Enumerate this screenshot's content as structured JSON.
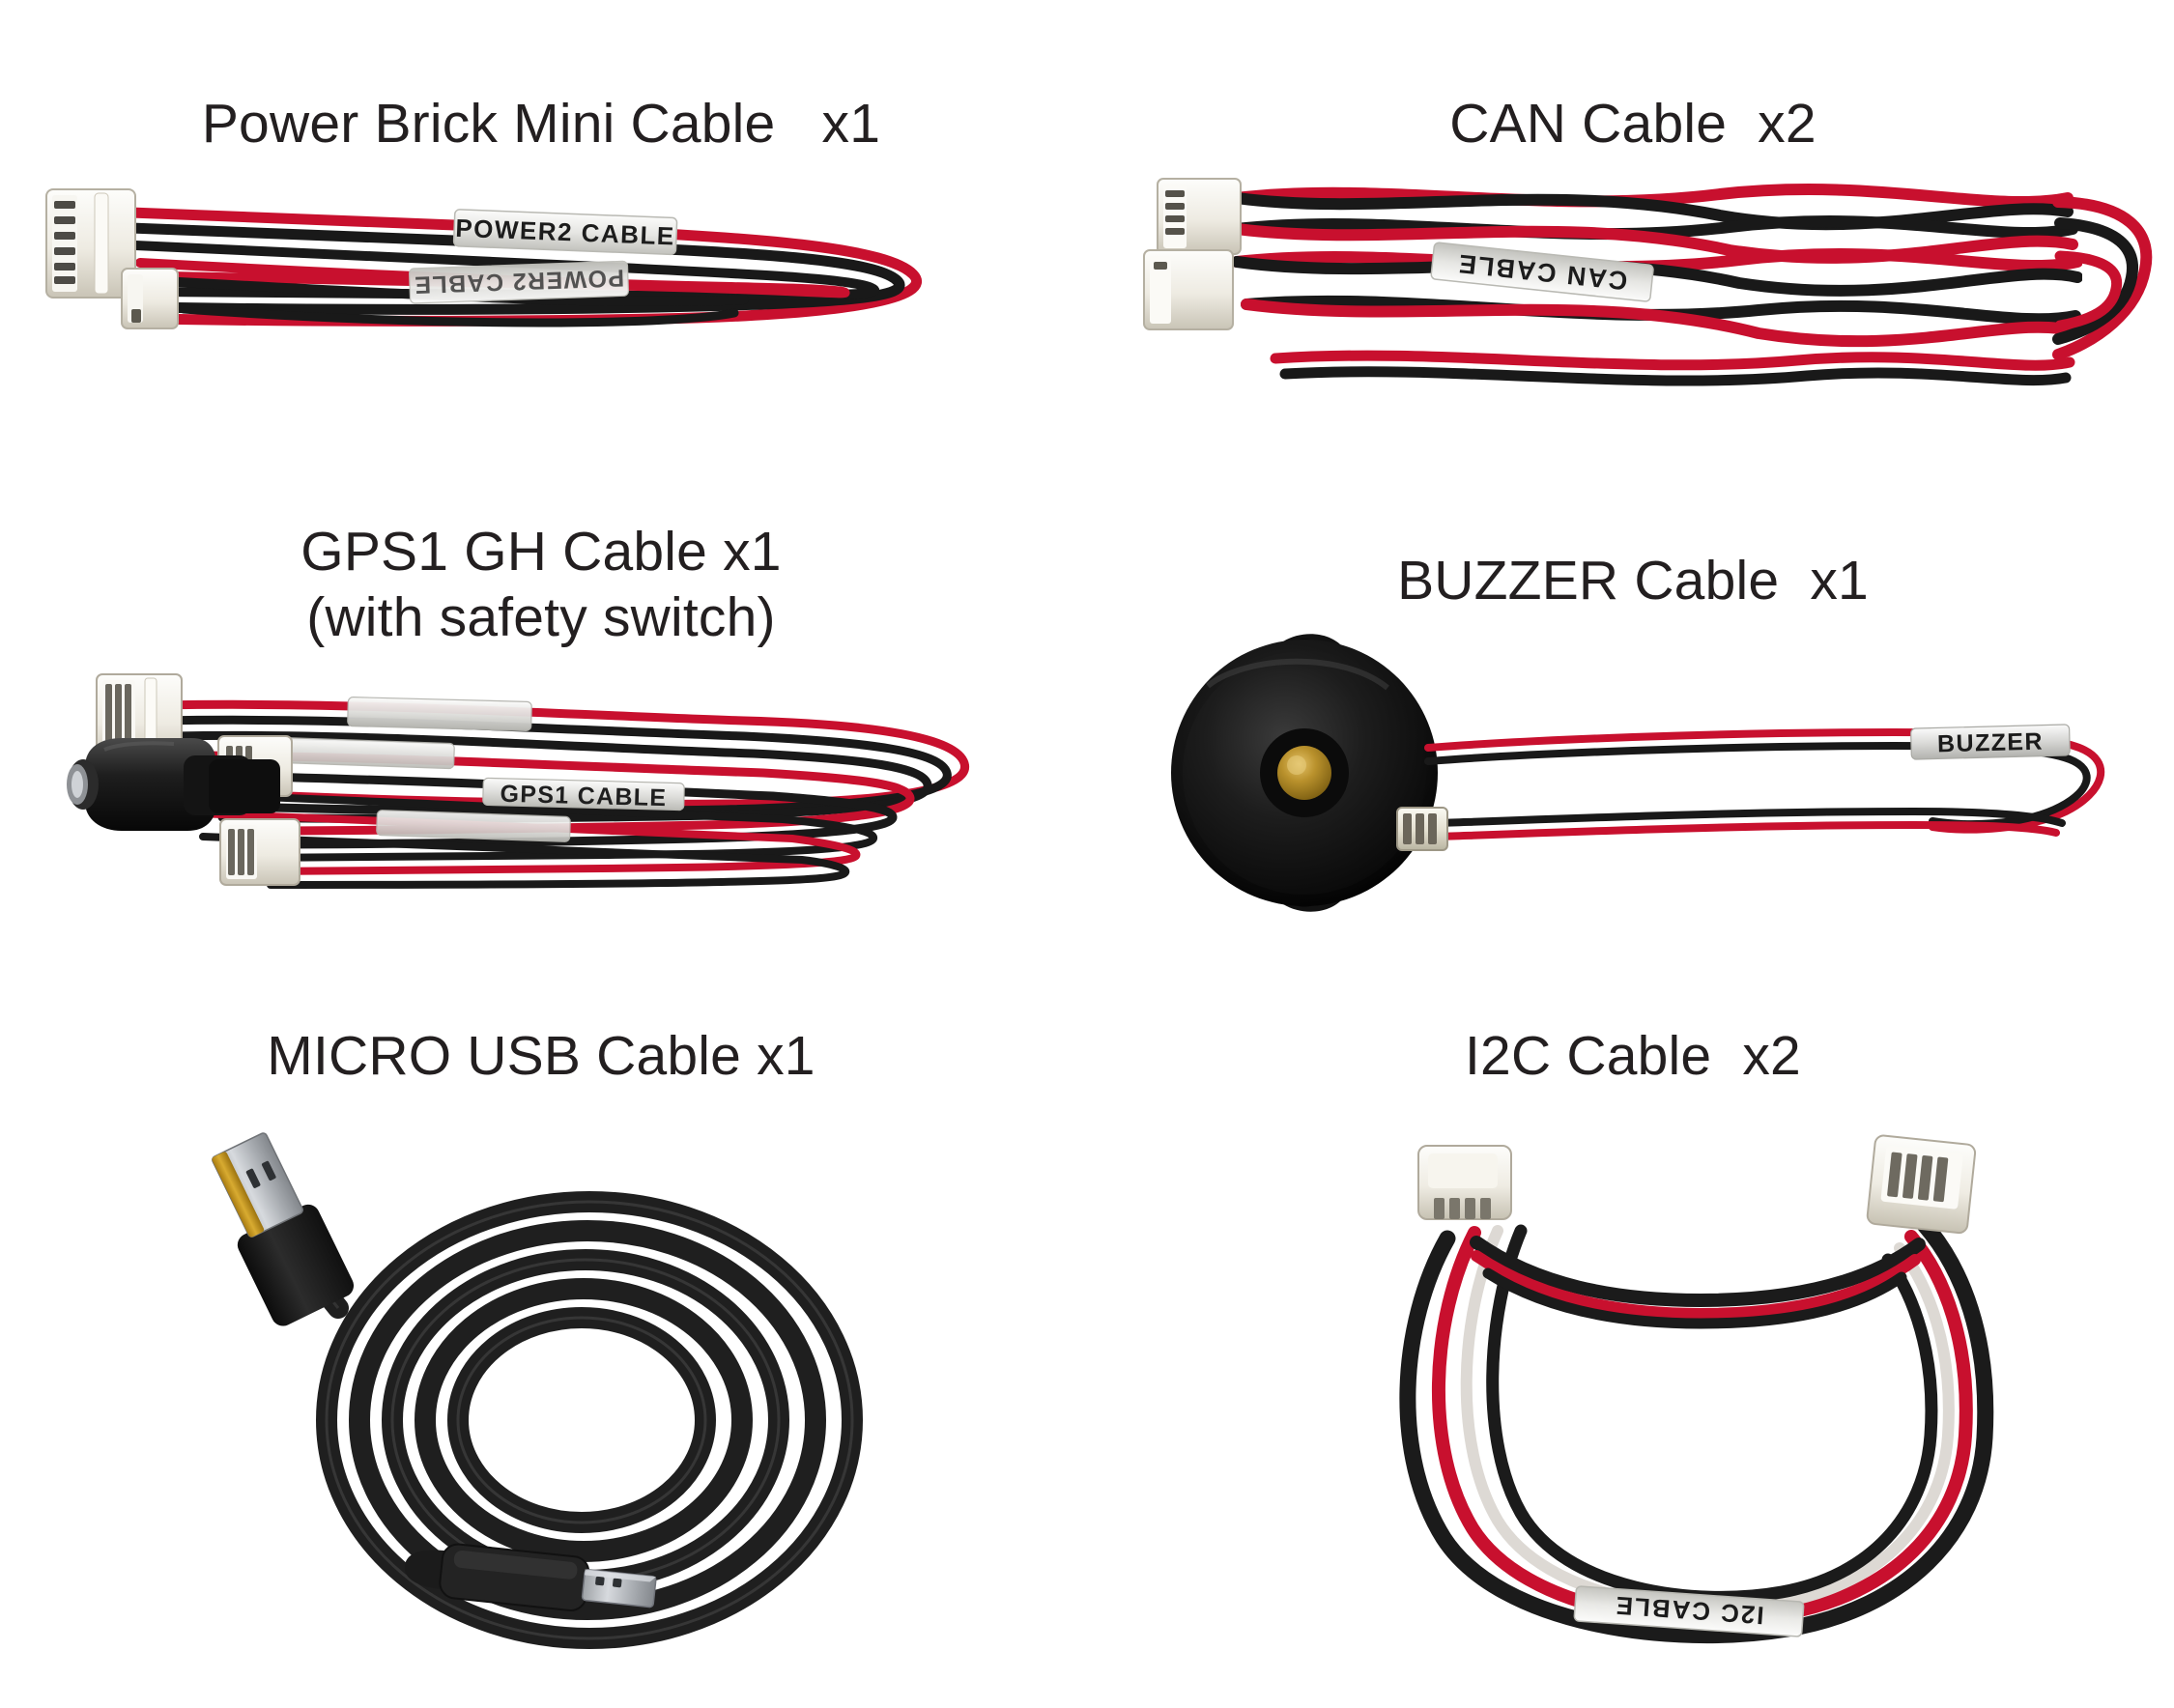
{
  "page": {
    "background_color": "#ffffff",
    "text_color": "#231f20",
    "layout": "2 columns x 3 rows of labelled cable photos"
  },
  "palette": {
    "wire_red": "#c8102e",
    "wire_red_dark": "#8f0b20",
    "wire_black": "#1a1a1a",
    "connector_white": "#f2f0ea",
    "connector_shadow": "#cfcabb",
    "label_sleeve": "#e8e8e6",
    "buzzer_black": "#161616",
    "buzzer_brass": "#b08c2a",
    "usb_gold": "#c79a20",
    "usb_silver": "#b9bcc0",
    "cable_black": "#222222"
  },
  "items": [
    {
      "id": "power-brick-mini-cable",
      "caption": "Power Brick Mini Cable   x1",
      "name": "Power Brick Mini Cable",
      "quantity": "x1",
      "sleeve_labels": [
        "POWER2 CABLE",
        "POWER2 CABLE"
      ],
      "connectors": [
        "6-pin JST-GH white",
        "2-pin JST white"
      ],
      "wire_colors": [
        "red",
        "black"
      ]
    },
    {
      "id": "can-cable",
      "caption": "CAN Cable  x2",
      "name": "CAN Cable",
      "quantity": "x2",
      "sleeve_labels": [
        "CAN CABLE"
      ],
      "connectors": [
        "4-pin JST-GH white",
        "4-pin JST-GH white"
      ],
      "wire_colors": [
        "red",
        "black"
      ]
    },
    {
      "id": "gps1-gh-cable",
      "caption_line1": "GPS1 GH Cable x1",
      "caption_line2": "(with safety switch)",
      "name": "GPS1 GH Cable",
      "quantity": "x1",
      "note": "(with safety switch)",
      "sleeve_labels": [
        "GPS1 CABLE"
      ],
      "connectors": [
        "10-pin JST-GH white",
        "4-pin JST white",
        "6-pin JST white",
        "safety switch button"
      ],
      "wire_colors": [
        "red",
        "black"
      ]
    },
    {
      "id": "buzzer-cable",
      "caption": "BUZZER Cable  x1",
      "name": "BUZZER Cable",
      "quantity": "x1",
      "sleeve_labels": [
        "BUZZER"
      ],
      "connectors": [
        "2-pin JST-GH white"
      ],
      "component": "piezo buzzer disc with two mounting tabs",
      "wire_colors": [
        "red",
        "black"
      ]
    },
    {
      "id": "micro-usb-cable",
      "caption": "MICRO USB Cable x1",
      "name": "MICRO USB Cable",
      "quantity": "x1",
      "sleeve_labels": [],
      "connectors": [
        "USB-A plug",
        "Micro-USB plug"
      ],
      "wire_colors": [
        "black"
      ]
    },
    {
      "id": "i2c-cable",
      "caption": "I2C Cable  x2",
      "name": "I2C Cable",
      "quantity": "x2",
      "sleeve_labels": [
        "I2C CABLE"
      ],
      "connectors": [
        "4-pin JST-GH white",
        "4-pin JST-GH white"
      ],
      "wire_colors": [
        "red",
        "black",
        "white"
      ]
    }
  ]
}
